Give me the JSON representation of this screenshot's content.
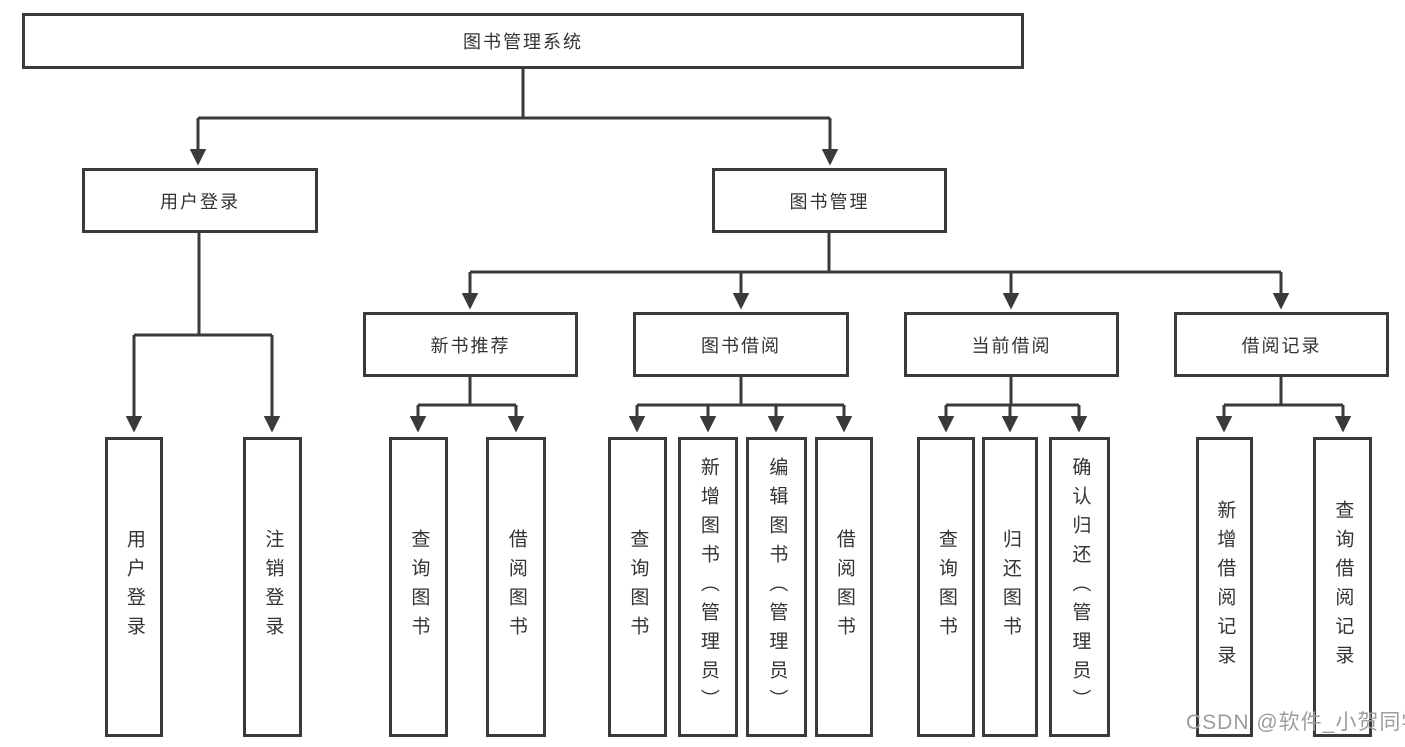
{
  "diagram": {
    "type": "hierarchy-tree",
    "title": "图书管理系统",
    "colors": {
      "line": "#3a3a3a",
      "text": "#333333",
      "box_background": "#ffffff",
      "watermark": "#9d9d9d"
    },
    "tree": {
      "root": {
        "label": "图书管理系统",
        "children": [
          {
            "label": "用户登录",
            "children": [
              {
                "label": "用户登录"
              },
              {
                "label": "注销登录"
              }
            ]
          },
          {
            "label": "图书管理",
            "children": [
              {
                "label": "新书推荐",
                "children": [
                  {
                    "label": "查询图书"
                  },
                  {
                    "label": "借阅图书"
                  }
                ]
              },
              {
                "label": "图书借阅",
                "children": [
                  {
                    "label": "查询图书"
                  },
                  {
                    "label": "新增图书（管理员）"
                  },
                  {
                    "label": "编辑图书（管理员）"
                  },
                  {
                    "label": "借阅图书"
                  }
                ]
              },
              {
                "label": "当前借阅",
                "children": [
                  {
                    "label": "查询图书"
                  },
                  {
                    "label": "归还图书"
                  },
                  {
                    "label": "确认归还（管理员）"
                  }
                ]
              },
              {
                "label": "借阅记录",
                "children": [
                  {
                    "label": "新增借阅记录"
                  },
                  {
                    "label": "查询借阅记录"
                  }
                ]
              }
            ]
          }
        ]
      }
    }
  },
  "watermark": {
    "text": "CSDN @软件_小贺同学"
  }
}
